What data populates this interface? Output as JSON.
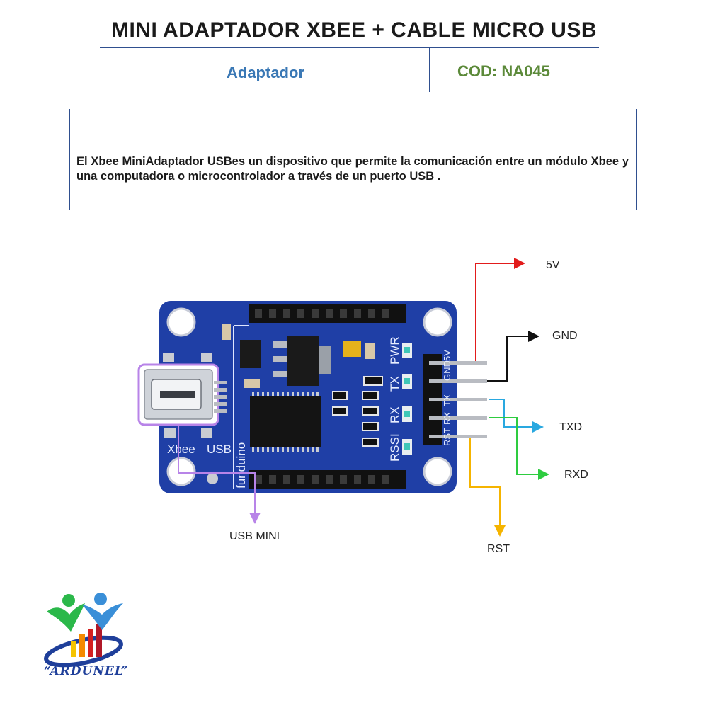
{
  "header": {
    "title": "MINI ADAPTADOR XBEE + CABLE MICRO USB",
    "category": "Adaptador",
    "code": "COD: NA045"
  },
  "description": "El Xbee MiniAdaptador USBes un dispositivo que permite la comunicación entre un módulo Xbee y una computadora o microcontrolador a través de un puerto USB .",
  "board": {
    "silkscreen": [
      "PWR",
      "TX",
      "RX",
      "RSSI",
      "Xbee",
      "USB",
      "funduino"
    ],
    "pin_header": [
      "GND",
      "5V",
      "TX",
      "RX",
      "RST"
    ]
  },
  "pins": {
    "v5": "5V",
    "gnd": "GND",
    "txd": "TXD",
    "rxd": "RXD",
    "rst": "RST",
    "usb": "USB MINI"
  },
  "colors": {
    "title_rule": "#2f4f8f",
    "category": "#3a78b5",
    "code": "#5c8a3a",
    "board": "#1f3fa6",
    "wire_5v": "#e21b1b",
    "wire_gnd": "#111111",
    "wire_txd": "#29a8e0",
    "wire_rxd": "#2ecc40",
    "wire_rst": "#f5b400",
    "wire_usb": "#b884e8"
  },
  "logo": {
    "text": "“ARDUNEL”"
  }
}
